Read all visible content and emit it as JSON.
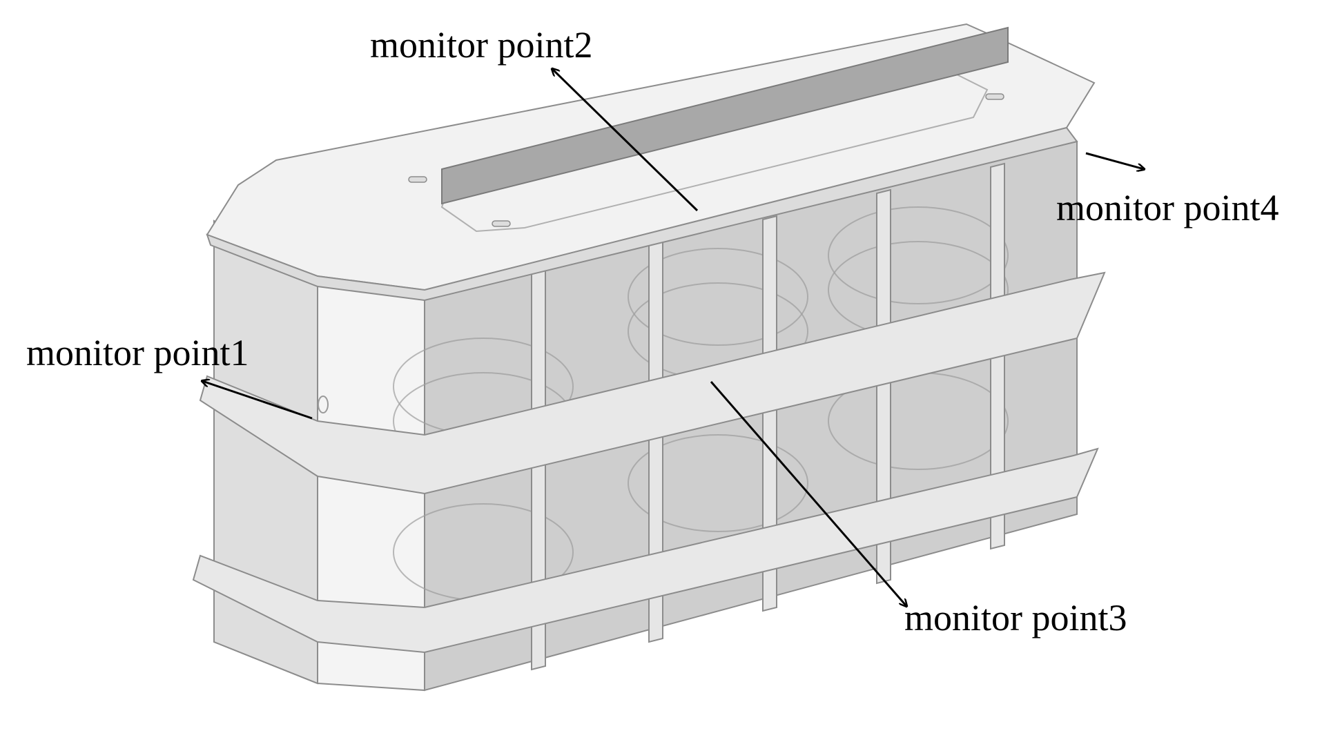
{
  "labels": {
    "point1": "monitor point1",
    "point2": "monitor point2",
    "point3": "monitor point3",
    "point4": "monitor point4"
  },
  "colors": {
    "outline": "#8c8c8c",
    "glass_fill": "#b8b8b8",
    "top_fill": "#f2f2f2",
    "baffle": "#a8a8a8",
    "arrow": "#000000"
  }
}
